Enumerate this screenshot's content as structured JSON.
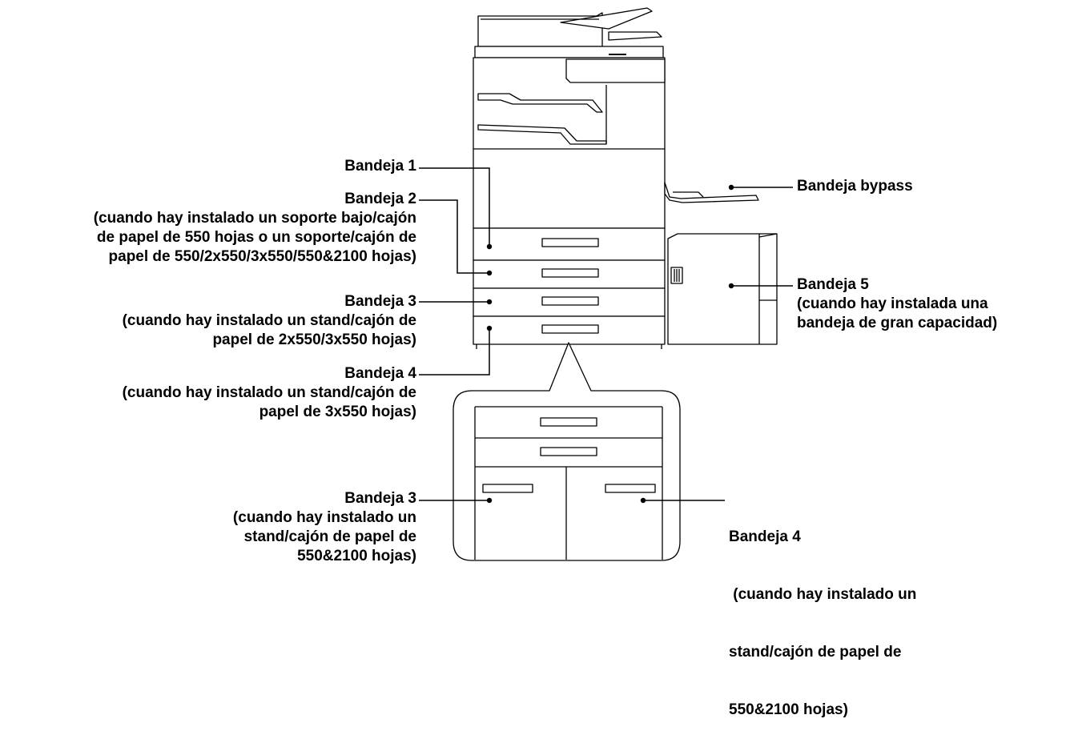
{
  "labels": {
    "tray1": {
      "title": "Bandeja 1"
    },
    "tray2": {
      "title": "Bandeja 2",
      "note": [
        "(cuando hay instalado un soporte bajo/cajón",
        "de papel de 550 hojas o un soporte/cajón de",
        "papel de 550/2x550/3x550/550&2100 hojas)"
      ]
    },
    "tray3": {
      "title": "Bandeja 3",
      "note": [
        "(cuando hay instalado un stand/cajón de",
        "papel de 2x550/3x550 hojas)"
      ]
    },
    "tray4": {
      "title": "Bandeja 4",
      "note": [
        "(cuando hay instalado un stand/cajón de",
        "papel de 3x550 hojas)"
      ]
    },
    "bypass": {
      "title": "Bandeja bypass"
    },
    "tray5": {
      "title": "Bandeja 5",
      "note": [
        "(cuando hay instalada una",
        "bandeja de gran capacidad)"
      ]
    },
    "tray3_alt": {
      "title": "Bandeja 3",
      "note": [
        "(cuando hay instalado un",
        "stand/cajón de papel de",
        "550&2100 hojas)"
      ]
    },
    "tray4_alt": {
      "title": "Bandeja 4",
      "note": [
        " (cuando hay instalado un",
        "stand/cajón de papel de",
        "550&2100 hojas)"
      ]
    }
  },
  "colors": {
    "line": "#000000",
    "fill": "#ffffff"
  }
}
